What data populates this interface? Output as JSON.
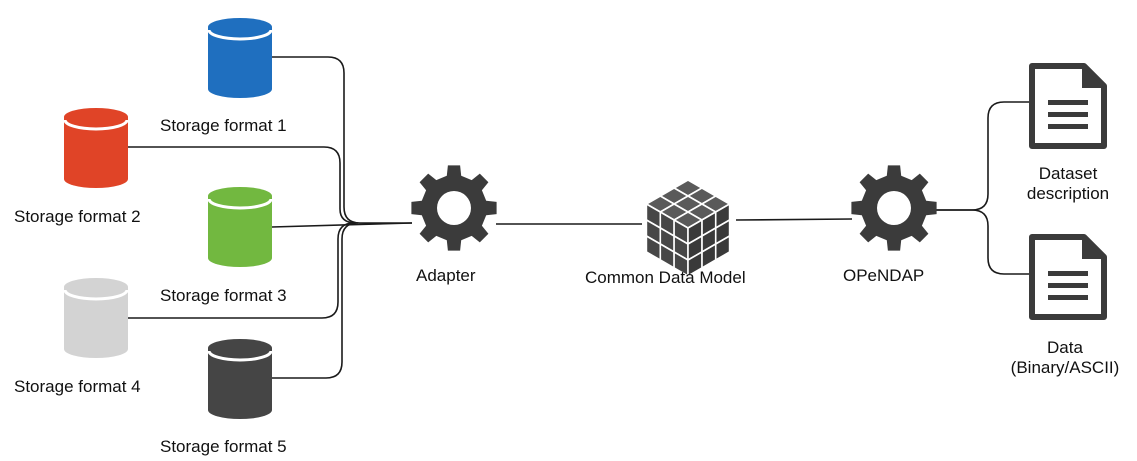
{
  "storage_formats": [
    {
      "label": "Storage format 1",
      "color": "#1f6fbf"
    },
    {
      "label": "Storage format 2",
      "color": "#e04427"
    },
    {
      "label": "Storage format 3",
      "color": "#72b840"
    },
    {
      "label": "Storage format 4",
      "color": "#d3d3d3"
    },
    {
      "label": "Storage format 5",
      "color": "#454545"
    }
  ],
  "adapter": {
    "label": "Adapter",
    "icon": "gear-icon",
    "color": "#3b3b3b"
  },
  "model": {
    "label": "Common Data Model",
    "icon": "cube-grid-icon",
    "color": "#3b3b3b"
  },
  "opendap": {
    "label": "OPeNDAP",
    "icon": "gear-icon",
    "color": "#3b3b3b"
  },
  "outputs": {
    "dataset_description": {
      "line1": "Dataset",
      "line2": "description",
      "icon": "document-icon"
    },
    "data": {
      "line1": "Data",
      "line2": "(Binary/ASCII)",
      "icon": "document-icon"
    }
  },
  "connector_color": "#1a1a1a"
}
